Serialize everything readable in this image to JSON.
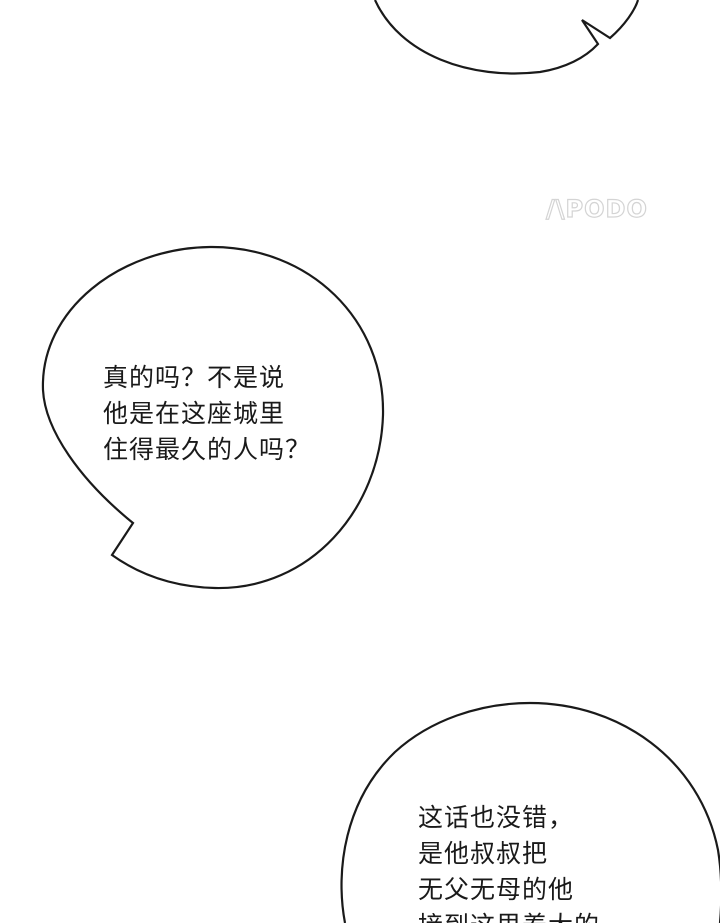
{
  "watermark": {
    "text": "/\\PODO"
  },
  "bubble_top": {
    "lines": []
  },
  "bubble_middle": {
    "lines": [
      "真的吗？不是说",
      "他是在这座城里",
      "住得最久的人吗？"
    ]
  },
  "bubble_bottom": {
    "lines": [
      "这话也没错，",
      "是他叔叔把",
      "无父无母的他",
      "接到这里养大的"
    ]
  },
  "colors": {
    "background": "#ffffff",
    "bubble_stroke": "#1a1a1a",
    "text": "#1a1a1a",
    "watermark": "#d4d4d4"
  }
}
